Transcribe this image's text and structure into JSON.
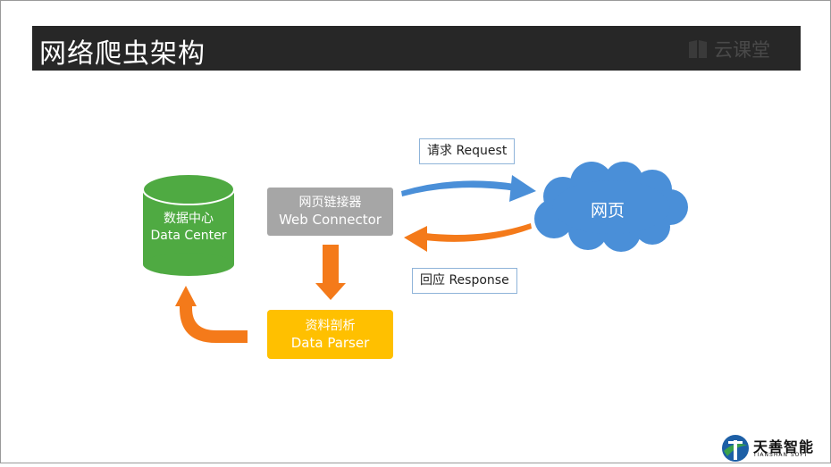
{
  "slide": {
    "title": "网络爬虫架构",
    "brand": "云课堂"
  },
  "diagram": {
    "nodes": {
      "data_center": {
        "cn": "数据中心",
        "en": "Data Center",
        "color": "#4faa42"
      },
      "web_connector": {
        "cn": "网页链接器",
        "en": "Web Connector",
        "color": "#a6a6a6"
      },
      "data_parser": {
        "cn": "资料剖析",
        "en": "Data Parser",
        "color": "#ffc000"
      },
      "webpage": {
        "cn": "网页",
        "color": "#4a8fd8"
      }
    },
    "edges": {
      "request": "请求 Request",
      "response": "回应 Response"
    },
    "colors": {
      "request_arrow": "#4a8fd8",
      "response_arrow": "#f47a1a",
      "label_border": "#8fb4d9"
    }
  },
  "footer": {
    "logo_cn": "天善智能",
    "logo_en": "TIANSHAN SOFT"
  }
}
